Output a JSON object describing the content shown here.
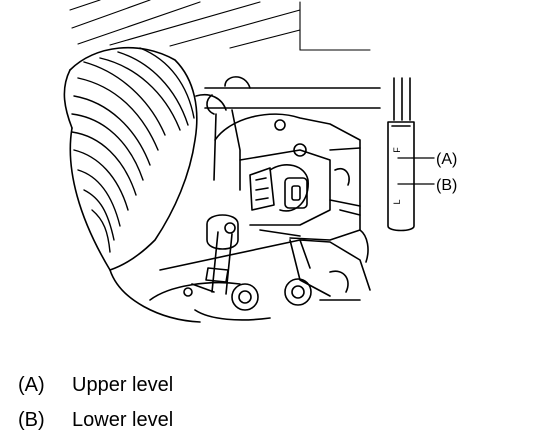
{
  "callouts": {
    "a": "(A)",
    "b": "(B)"
  },
  "gauge_marks": {
    "full": "F",
    "low": "L"
  },
  "legend": [
    {
      "tag": "(A)",
      "text": "Upper level"
    },
    {
      "tag": "(B)",
      "text": "Lower level"
    }
  ]
}
